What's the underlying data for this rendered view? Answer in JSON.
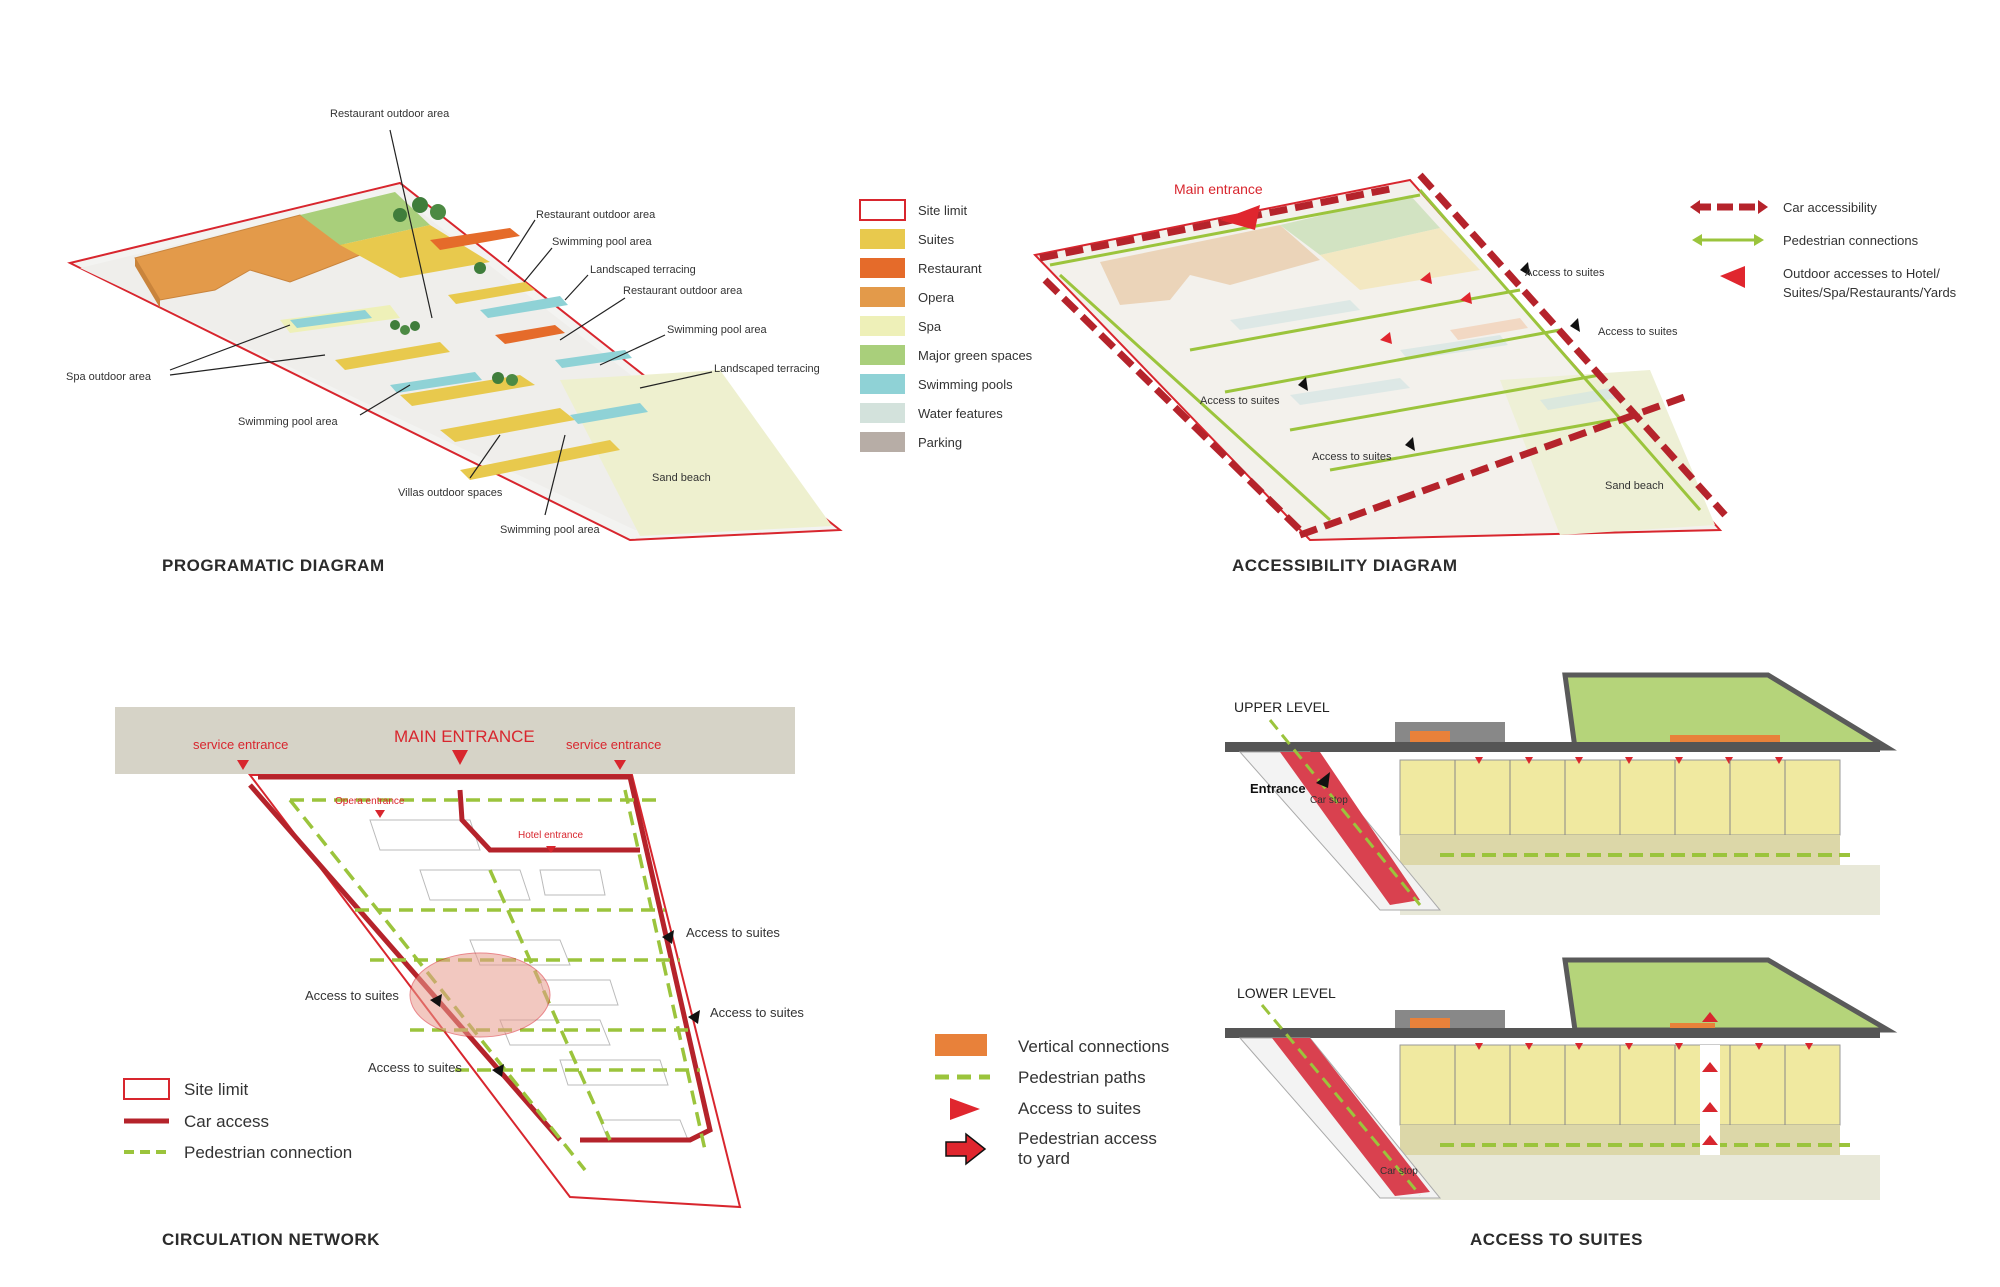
{
  "programmatic": {
    "title": "PROGRAMATIC DIAGRAM",
    "labels": {
      "restaurant_outdoor_top": "Restaurant outdoor area",
      "restaurant_outdoor_2": "Restaurant outdoor area",
      "swimming_pool_1": "Swimming pool area",
      "landscaped_1": "Landscaped terracing",
      "restaurant_outdoor_3": "Restaurant outdoor area",
      "swimming_pool_2": "Swimming pool area",
      "landscaped_2": "Landscaped terracing",
      "spa_outdoor": "Spa outdoor area",
      "swimming_pool_3": "Swimming pool area",
      "villas_outdoor": "Villas outdoor spaces",
      "swimming_pool_4": "Swimming pool area",
      "sand_beach": "Sand beach"
    },
    "legend": [
      {
        "label": "Site limit",
        "color": "#ffffff",
        "stroke": "#d8262e"
      },
      {
        "label": "Suites",
        "color": "#e8c94d",
        "stroke": "none"
      },
      {
        "label": "Restaurant",
        "color": "#e56b2a",
        "stroke": "none"
      },
      {
        "label": "Opera",
        "color": "#e39a4a",
        "stroke": "none"
      },
      {
        "label": "Spa",
        "color": "#eef0b8",
        "stroke": "none"
      },
      {
        "label": "Major green spaces",
        "color": "#a9cf7b",
        "stroke": "none"
      },
      {
        "label": "Swimming pools",
        "color": "#8fd2d6",
        "stroke": "none"
      },
      {
        "label": "Water features",
        "color": "#d3e2dc",
        "stroke": "none"
      },
      {
        "label": "Parking",
        "color": "#b7ada6",
        "stroke": "none"
      }
    ]
  },
  "accessibility": {
    "title": "ACCESSIBILITY DIAGRAM",
    "main_entrance": "Main entrance",
    "access_labels": [
      "Access to suites",
      "Access to suites",
      "Access to suites",
      "Access to suites"
    ],
    "sand_beach": "Sand beach",
    "legend": {
      "car": "Car accessibility",
      "pedestrian": "Pedestrian connections",
      "outdoor_1": "Outdoor accesses to Hotel/",
      "outdoor_2": "Suites/Spa/Restaurants/Yards"
    },
    "colors": {
      "car": "#b5232b",
      "pedestrian": "#9bc43c",
      "outdoor": "#e0262e"
    }
  },
  "circulation": {
    "title": "CIRCULATION NETWORK",
    "main_entrance": "MAIN ENTRANCE",
    "service_left": "service entrance",
    "service_right": "service entrance",
    "opera_entrance": "Opera entrance",
    "hotel_entrance": "Hotel entrance",
    "access_labels": [
      "Access to suites",
      "Access to suites",
      "Access to suites",
      "Access to suites"
    ],
    "legend": {
      "site": "Site limit",
      "car": "Car access",
      "pedestrian": "Pedestrian connection"
    }
  },
  "suites": {
    "title": "ACCESS TO SUITES",
    "upper_level": "UPPER LEVEL",
    "lower_level": "LOWER LEVEL",
    "entrance": "Entrance",
    "car_stop_upper": "Car stop",
    "car_stop_lower": "Car stop",
    "legend": {
      "vertical": "Vertical connections",
      "pedestrian": "Pedestrian paths",
      "access": "Access to suites",
      "yard_1": "Pedestrian access",
      "yard_2": "to yard"
    }
  }
}
